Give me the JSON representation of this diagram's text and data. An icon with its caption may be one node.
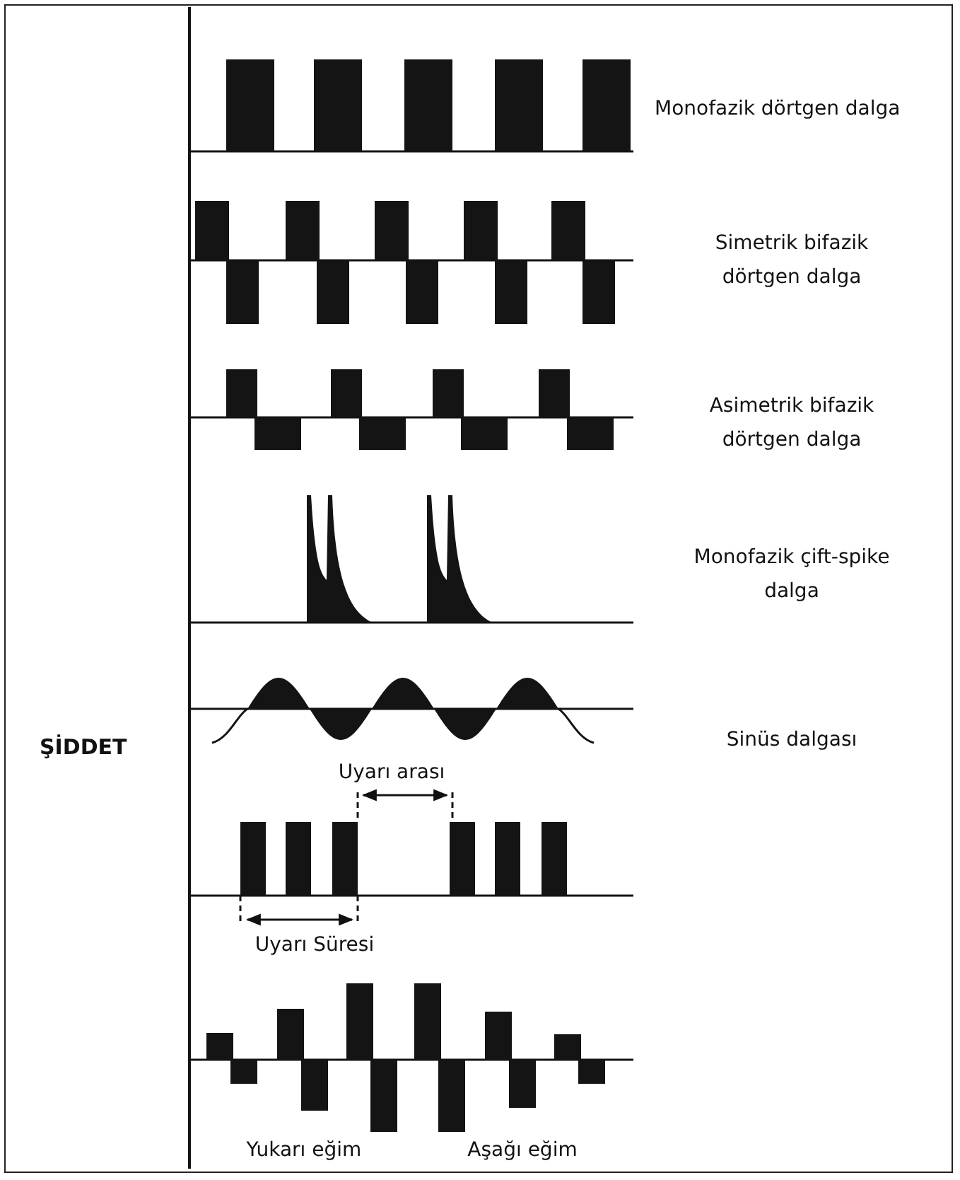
{
  "diagram": {
    "labels": [
      "Monofazik dörtgen dalga",
      "Simetrik bifazik dörtgen dalga",
      "Asimetrik bifazik dörtgen dalga",
      "Monofazik çift-spike dalga",
      "ŞİDDET",
      "Sinüs dalgası",
      "Uyarı arası",
      "Uyarı Süresi",
      "Yukarı eğim",
      "Aşağı eğim"
    ]
  }
}
